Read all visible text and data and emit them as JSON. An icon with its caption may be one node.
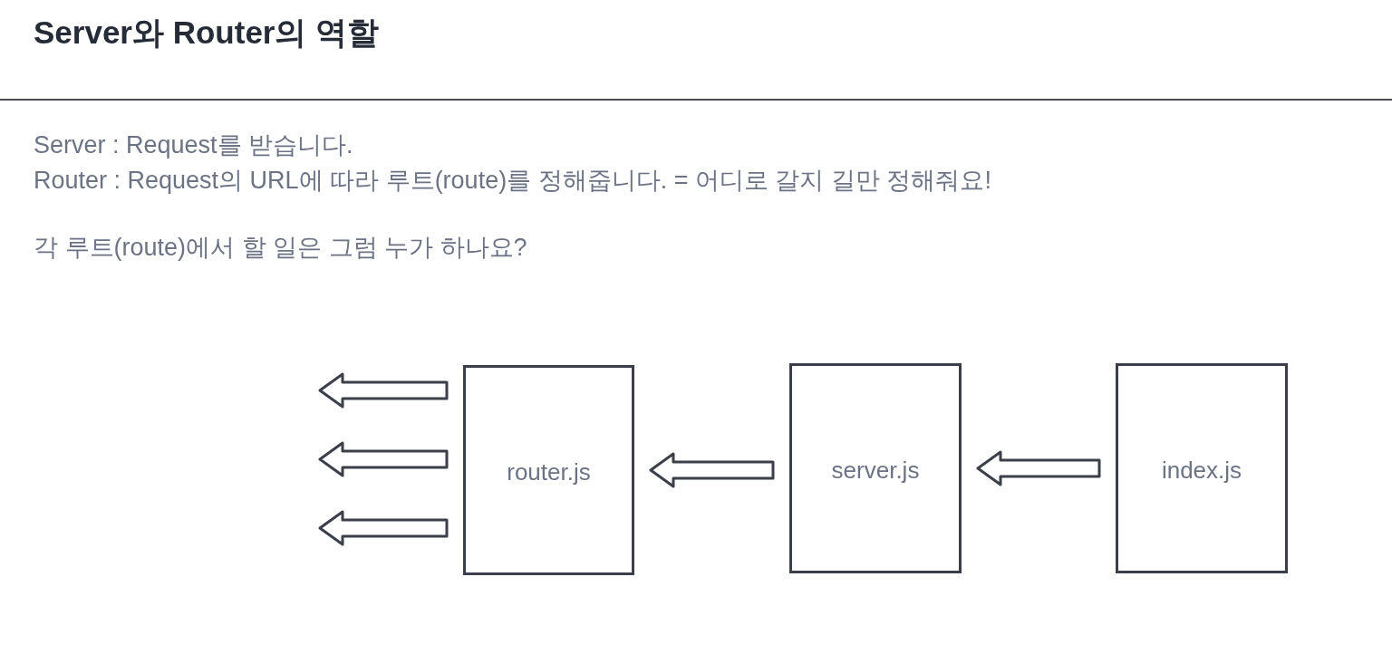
{
  "diagram": {
    "title": "Server와 Router의 역할",
    "nodes": [
      {
        "text": [
          "router.js"
        ]
      },
      {
        "text": [
          "server.js"
        ]
      },
      {
        "text": [
          "index.js"
        ]
      }
    ],
    "edges": [
      {
        "from": 2,
        "to": 1,
        "arrow": "to"
      },
      {
        "from": 1,
        "to": 0,
        "arrow": "to"
      },
      {
        "from": 0,
        "to": null,
        "arrow": "to"
      },
      {
        "from": 0,
        "to": null,
        "arrow": "to"
      },
      {
        "from": 0,
        "to": null,
        "arrow": "to"
      }
    ],
    "labels": [
      "Server : Request를 받습니다.",
      "Router : Request의 URL에 따라 루트(route)를 정해줍니다. = 어디로 갈지 길만 정해줘요!",
      "각 루트(route)에서 할 일은 그럼 누가 하나요?"
    ]
  }
}
